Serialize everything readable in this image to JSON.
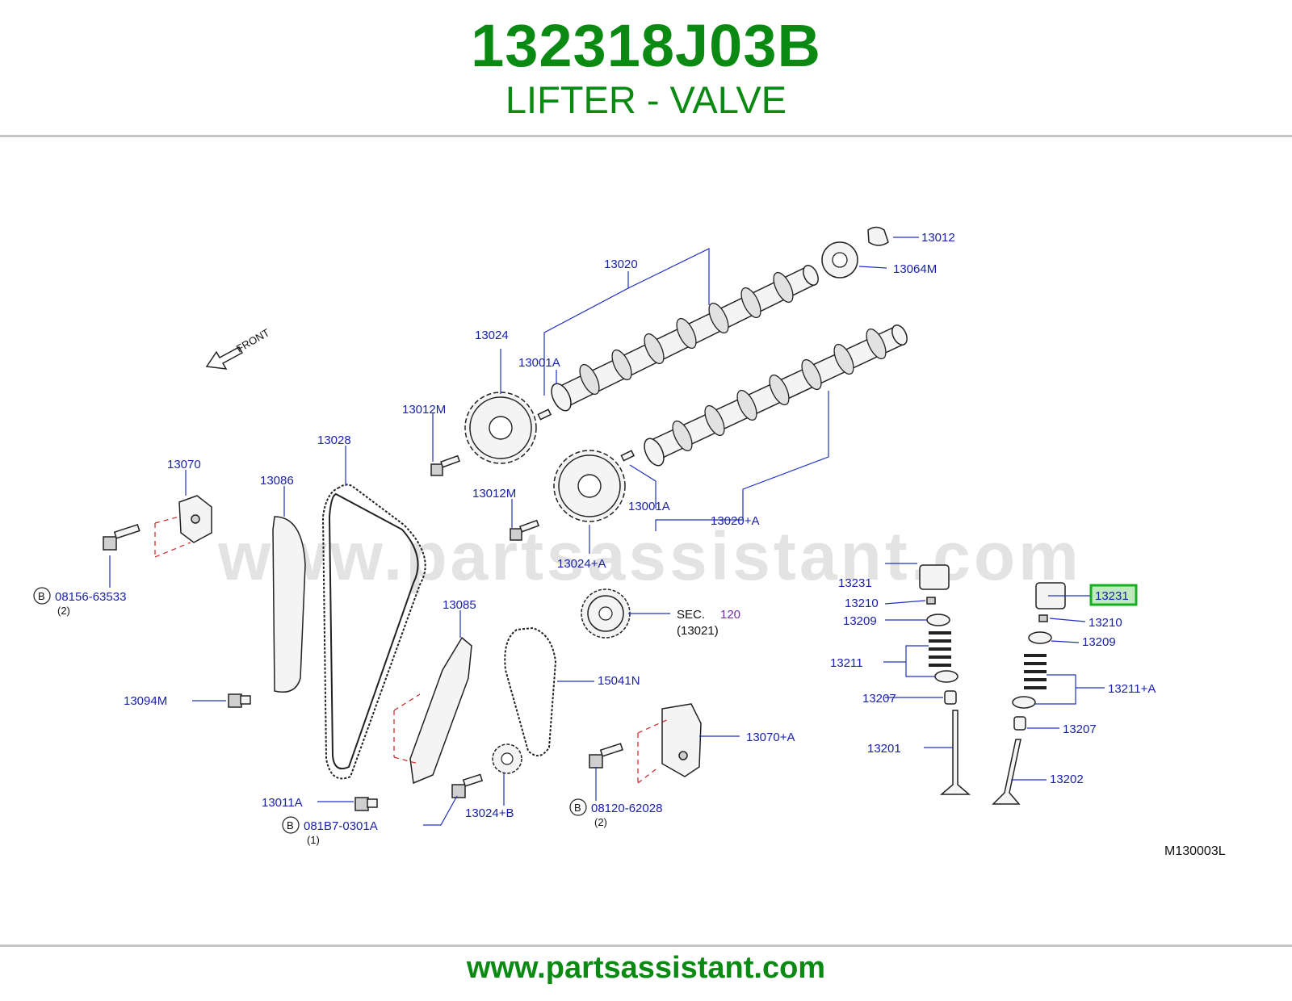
{
  "header": {
    "part_number": "132318J03B",
    "part_name": "LIFTER - VALVE"
  },
  "watermark": "www.partsassistant.com",
  "footer": {
    "url": "www.partsassistant.com"
  },
  "diagram": {
    "code": "M130003L",
    "front_label": "FRONT",
    "labels": {
      "c13012": "13012",
      "c13064M": "13064M",
      "c13020": "13020",
      "c13024": "13024",
      "c13001A_top": "13001A",
      "c13012M_a": "13012M",
      "c13028": "13028",
      "c13070": "13070",
      "c13086": "13086",
      "c13012M_b": "13012M",
      "c13001A_bot": "13001A",
      "c13020A": "13020+A",
      "c13024A": "13024+A",
      "b_08156": "08156-63533",
      "b_08156_qty": "(2)",
      "c13085": "13085",
      "sec": "SEC.",
      "sec_num": "120",
      "sec_sub": "(13021)",
      "c15041N": "15041N",
      "c13094M": "13094M",
      "c13070A": "13070+A",
      "c13011A": "13011A",
      "b_081B7": "081B7-0301A",
      "b_081B7_qty": "(1)",
      "c13024B": "13024+B",
      "b_08120": "08120-62028",
      "b_08120_qty": "(2)",
      "l13231": "13231",
      "l13210": "13210",
      "l13209": "13209",
      "l13211": "13211",
      "l13207": "13207",
      "l13201": "13201",
      "r13231": "13231",
      "r13210": "13210",
      "r13209": "13209",
      "r13211A": "13211+A",
      "r13207": "13207",
      "r13202": "13202",
      "bolt_marker": "B"
    }
  },
  "colors": {
    "brand_green": "#0a8a12",
    "label_blue": "#1a22a8",
    "highlight_green": "#11b01d",
    "highlight_fill": "#bfe9bf"
  }
}
